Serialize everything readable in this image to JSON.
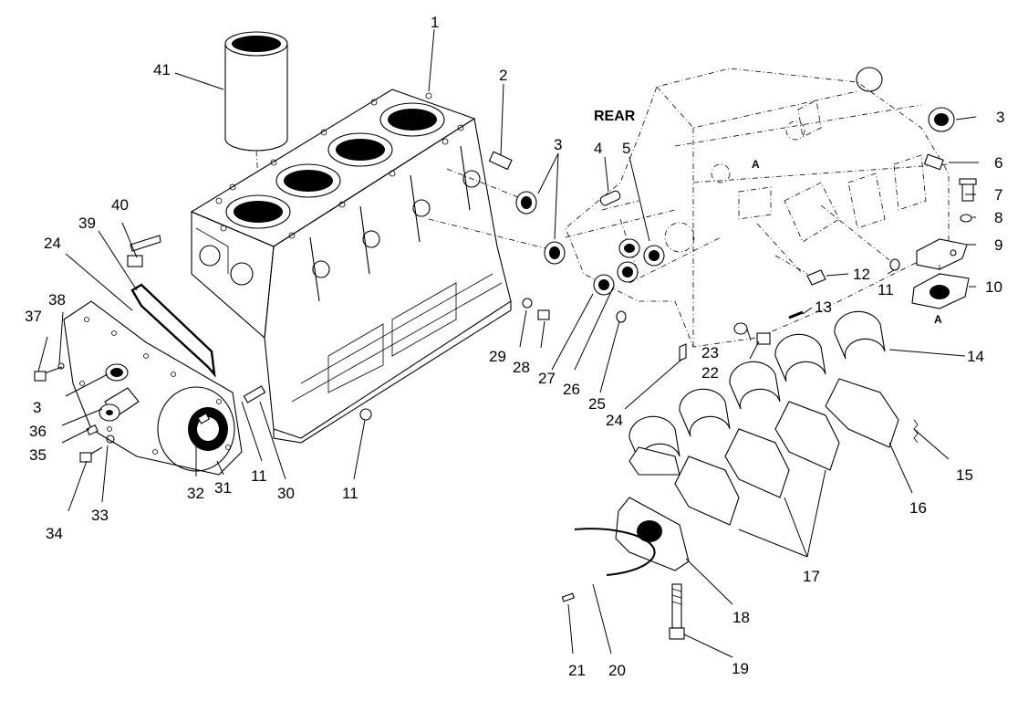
{
  "rear_label": "REAR",
  "section_marks": [
    "A",
    "A"
  ],
  "callouts": [
    {
      "id": "c1",
      "text": "1"
    },
    {
      "id": "c2",
      "text": "2"
    },
    {
      "id": "c3a",
      "text": "3"
    },
    {
      "id": "c3b",
      "text": "3"
    },
    {
      "id": "c3c",
      "text": "3"
    },
    {
      "id": "c4",
      "text": "4"
    },
    {
      "id": "c5",
      "text": "5"
    },
    {
      "id": "c6",
      "text": "6"
    },
    {
      "id": "c7",
      "text": "7"
    },
    {
      "id": "c8",
      "text": "8"
    },
    {
      "id": "c9",
      "text": "9"
    },
    {
      "id": "c10",
      "text": "10"
    },
    {
      "id": "c11a",
      "text": "11"
    },
    {
      "id": "c11b",
      "text": "11"
    },
    {
      "id": "c11c",
      "text": "11"
    },
    {
      "id": "c12",
      "text": "12"
    },
    {
      "id": "c13",
      "text": "13"
    },
    {
      "id": "c14",
      "text": "14"
    },
    {
      "id": "c15",
      "text": "15"
    },
    {
      "id": "c16",
      "text": "16"
    },
    {
      "id": "c17",
      "text": "17"
    },
    {
      "id": "c18",
      "text": "18"
    },
    {
      "id": "c19",
      "text": "19"
    },
    {
      "id": "c20",
      "text": "20"
    },
    {
      "id": "c21",
      "text": "21"
    },
    {
      "id": "c22",
      "text": "22"
    },
    {
      "id": "c23",
      "text": "23"
    },
    {
      "id": "c24a",
      "text": "24"
    },
    {
      "id": "c24b",
      "text": "24"
    },
    {
      "id": "c25",
      "text": "25"
    },
    {
      "id": "c26",
      "text": "26"
    },
    {
      "id": "c27",
      "text": "27"
    },
    {
      "id": "c28",
      "text": "28"
    },
    {
      "id": "c29",
      "text": "29"
    },
    {
      "id": "c30",
      "text": "30"
    },
    {
      "id": "c31",
      "text": "31"
    },
    {
      "id": "c32",
      "text": "32"
    },
    {
      "id": "c33",
      "text": "33"
    },
    {
      "id": "c34",
      "text": "34"
    },
    {
      "id": "c35",
      "text": "35"
    },
    {
      "id": "c36",
      "text": "36"
    },
    {
      "id": "c37",
      "text": "37"
    },
    {
      "id": "c38",
      "text": "38"
    },
    {
      "id": "c39",
      "text": "39"
    },
    {
      "id": "c40",
      "text": "40"
    },
    {
      "id": "c41",
      "text": "41"
    }
  ]
}
